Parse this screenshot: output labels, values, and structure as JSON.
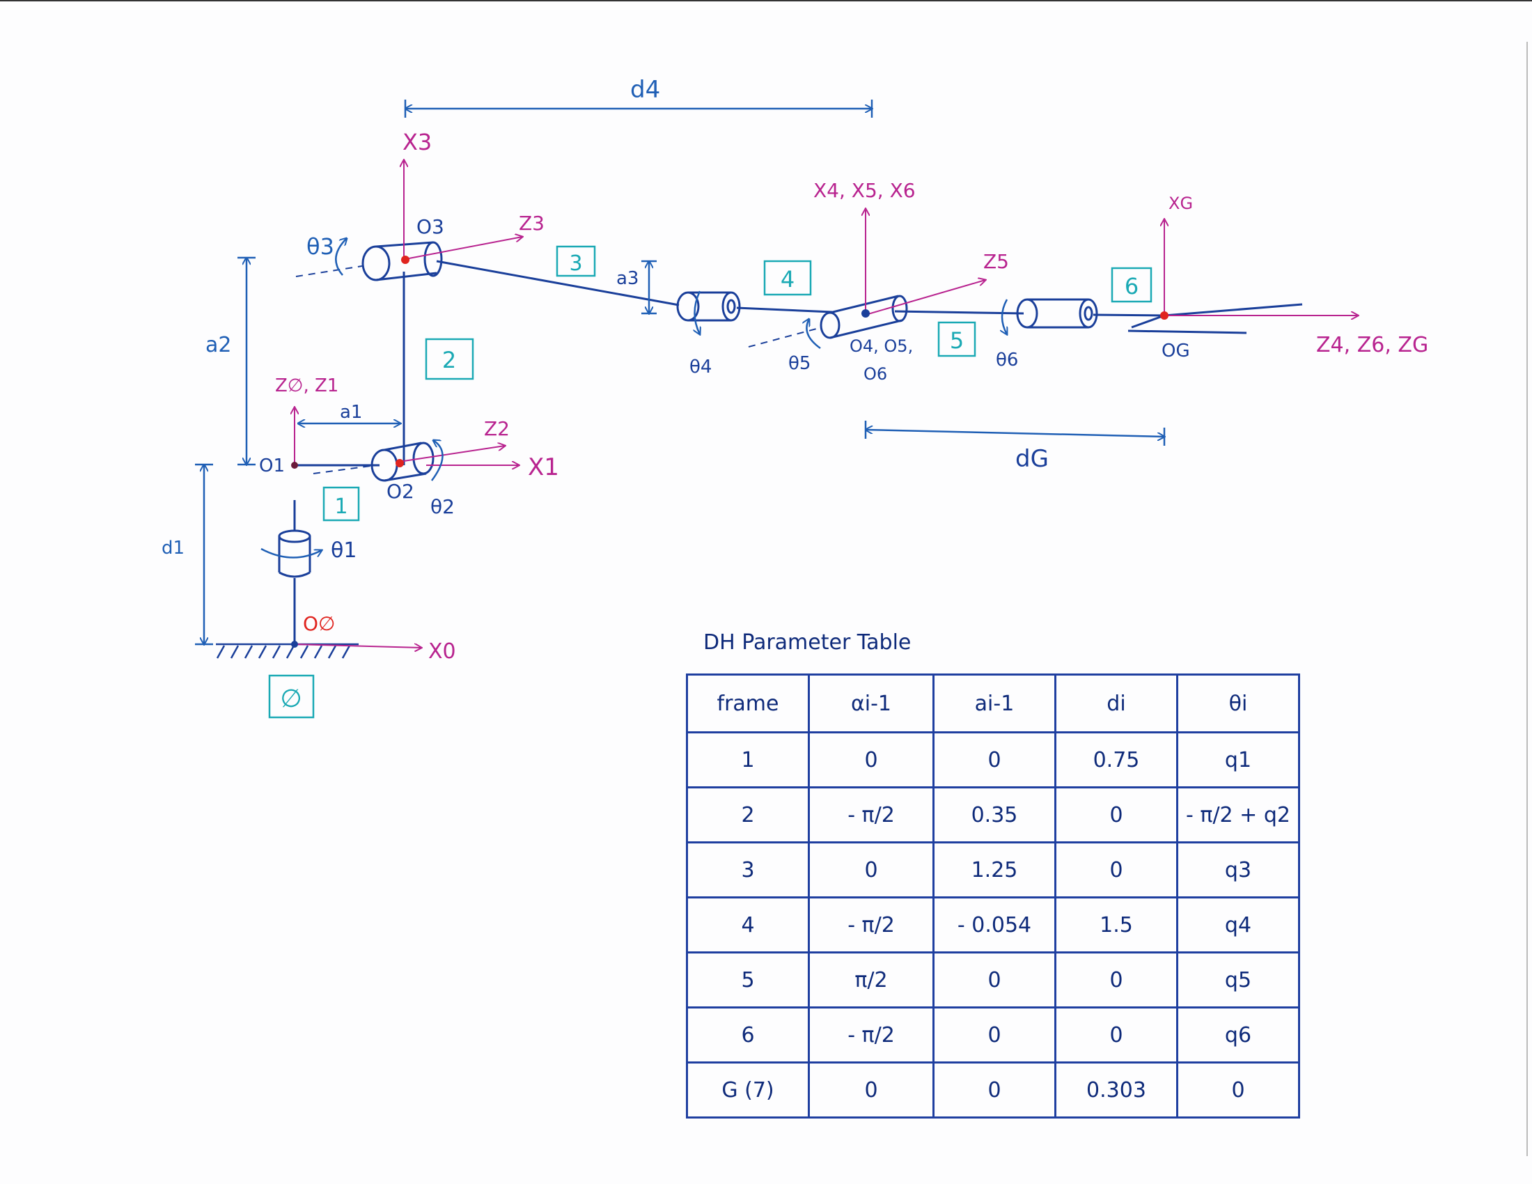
{
  "diagram": {
    "labels": {
      "x3": "X3",
      "o3": "O3",
      "z3": "Z3",
      "theta3": "θ3",
      "d4": "d4",
      "x456": "X4, X5, X6",
      "xg": "XG",
      "z5": "Z5",
      "a3": "a3",
      "a2": "a2",
      "a1": "a1",
      "z0z1": "Z∅, Z1",
      "o1": "O1",
      "z2": "Z2",
      "x1": "X1",
      "o2": "O2",
      "theta2": "θ2",
      "theta1": "θ1",
      "d1": "d1",
      "o0": "O∅",
      "x0": "X0",
      "theta4": "θ4",
      "theta5": "θ5",
      "o456": "O4, O5,",
      "o6": "O6",
      "theta6": "θ6",
      "og": "OG",
      "z46g": "Z4, Z6, ZG",
      "dg": "dG"
    },
    "link_numbers": [
      "∅",
      "1",
      "2",
      "3",
      "4",
      "5",
      "6"
    ]
  },
  "table": {
    "title": "DH Parameter Table",
    "headers": [
      "frame",
      "αi-1",
      "ai-1",
      "di",
      "θi"
    ],
    "rows": [
      [
        "1",
        "0",
        "0",
        "0.75",
        "q1"
      ],
      [
        "2",
        "- π/2",
        "0.35",
        "0",
        "- π/2 + q2"
      ],
      [
        "3",
        "0",
        "1.25",
        "0",
        "q3"
      ],
      [
        "4",
        "- π/2",
        "- 0.054",
        "1.5",
        "q4"
      ],
      [
        "5",
        "π/2",
        "0",
        "0",
        "q5"
      ],
      [
        "6",
        "- π/2",
        "0",
        "0",
        "q6"
      ],
      [
        "G (7)",
        "0",
        "0",
        "0.303",
        "0"
      ]
    ]
  },
  "colors": {
    "frame_axes": "#b8238f",
    "dimensions": "#1f5fb5",
    "links": "#1a3f9a",
    "link_numbers": "#1aa9b4",
    "origins": "#e0241f",
    "table": "#1f3fa0"
  }
}
